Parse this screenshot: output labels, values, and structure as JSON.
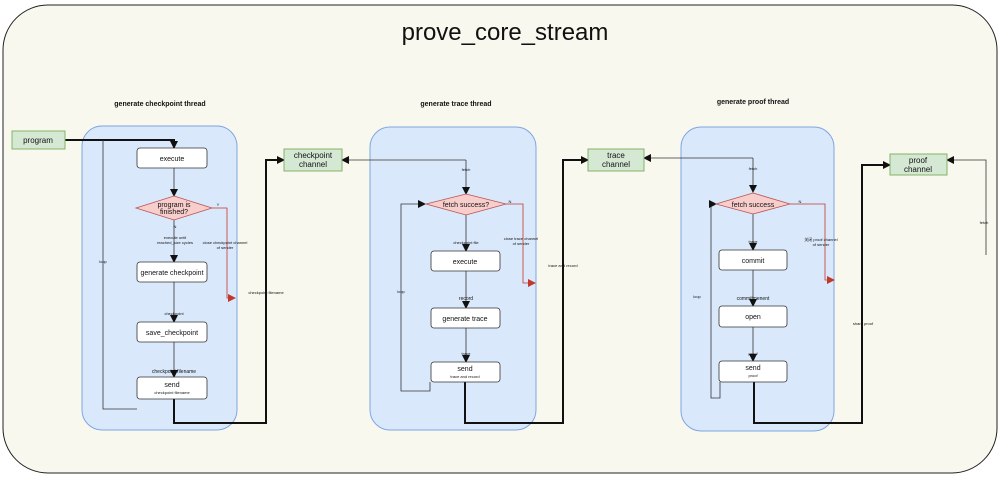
{
  "title": "prove_core_stream",
  "threads": {
    "checkpoint": "generate checkpoint thread",
    "trace": "generate trace thread",
    "proof": "generate proof thread"
  },
  "nodes": {
    "program": "program",
    "checkpoint_channel": [
      "checkpoint",
      "channel"
    ],
    "trace_channel": [
      "trace",
      "channel"
    ],
    "proof_channel": [
      "proof",
      "channel"
    ],
    "cp_execute": "execute",
    "cp_decision": [
      "program is",
      "finished?"
    ],
    "cp_generate": "generate checkpoint",
    "cp_save": "save_checkpoint",
    "cp_send": "send",
    "cp_send_sub": "checkpoint filename",
    "tr_decision": "fetch success?",
    "tr_execute": "execute",
    "tr_generate": "generate trace",
    "tr_send": "send",
    "tr_send_sub": "trace and record",
    "pf_decision": "fetch success",
    "pf_commit": "commit",
    "pf_open": "open",
    "pf_send": "send",
    "pf_send_sub": "proof"
  },
  "edge_labels": {
    "cp_n": "N",
    "cp_execute_until": [
      "execute until",
      "reached_size cycles"
    ],
    "cp_y": "Y",
    "cp_close": [
      "close checkpoint channel",
      "of sender"
    ],
    "cp_loop": "loop",
    "cp_checkpoint": "checkpoint",
    "cp_filename": "checkpoint filename",
    "cp_to_channel": "checkpoint filename",
    "tr_fetch": "fetch",
    "tr_checkpoint_file": "checkpoint file",
    "tr_n": "N",
    "tr_close": [
      "close trace channel",
      "of sender"
    ],
    "tr_loop": "loop",
    "tr_record": "record",
    "tr_trace": "trace",
    "tr_to_channel": "trace and record",
    "pf_fetch": "fetch",
    "pf_trace": "trace",
    "pf_n": "N",
    "pf_close": [
      "关闭 proof channel",
      "of sender"
    ],
    "pf_loop": "loop",
    "pf_commitment": "commitmenent",
    "pf_proof": "proof",
    "pf_to_channel": "shard proof"
  },
  "colors": {
    "outer_fill": "#f9f8ef",
    "thread_fill": "#dae8fc",
    "thread_stroke": "#7ea6e0",
    "channel_fill": "#d5e8d4",
    "channel_stroke": "#82b366",
    "decision_fill": "#f8cecc",
    "decision_stroke": "#b85450",
    "red_line": "#c0392b"
  }
}
